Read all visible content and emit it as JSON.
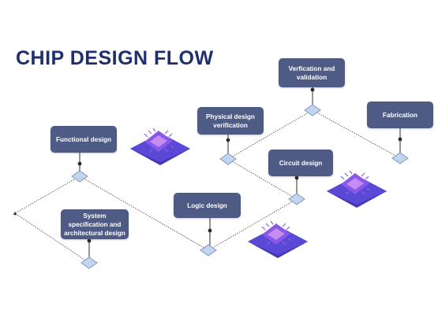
{
  "title": "CHIP DESIGN FLOW",
  "colors": {
    "title": "#1e2f6e",
    "box": "#4e5b85",
    "box_text": "#ffffff",
    "diamond": "#c3d4ee",
    "diamond_stroke": "#7f97c3",
    "line": "#555555",
    "chip": "#6b35c9"
  },
  "steps": [
    {
      "id": "functional",
      "label": "Functional design"
    },
    {
      "id": "system-spec",
      "label": "System specification and architectural design"
    },
    {
      "id": "logic",
      "label": "Logic design"
    },
    {
      "id": "circuit",
      "label": "Circuit design"
    },
    {
      "id": "physical",
      "label": "Physical design verification"
    },
    {
      "id": "verification",
      "label": "Verfication and validation"
    },
    {
      "id": "fabrication",
      "label": "Fabrication"
    }
  ],
  "icons": [
    "chip-icon",
    "chip-icon",
    "chip-icon"
  ]
}
